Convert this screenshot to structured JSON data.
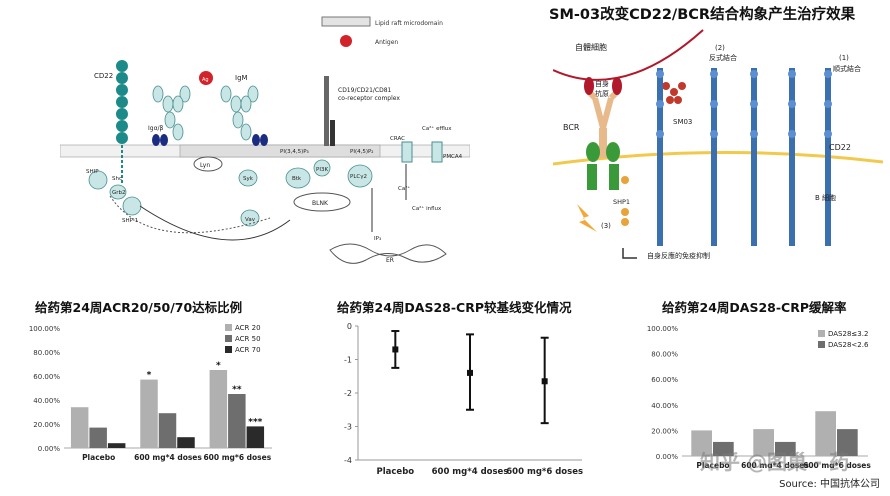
{
  "header": {
    "title": "SM-03改变CD22/BCR结合构象产生治疗效果"
  },
  "pathway": {
    "legend": [
      "Lipid raft microdomain",
      "Antigen"
    ],
    "labels": [
      "CD22",
      "IgM",
      "Igα/β",
      "CD19/CD21/CD81",
      "co-receptor complex",
      "Ag",
      "Ca²⁺ efflux",
      "CRAC",
      "PMCA4",
      "Lyn",
      "PI(3,4,5)P₃",
      "PI(4,5)P₂",
      "SHIP",
      "Shc",
      "Grb2",
      "SHP-1",
      "Syk",
      "Btk",
      "PI3K",
      "PLCγ2",
      "BLNK",
      "Vav",
      "Ca²⁺",
      "Ca²⁺ influx",
      "IP₃",
      "ER"
    ]
  },
  "mechanism": {
    "labels": [
      "自體細胞",
      "(2)",
      "反式結合",
      "(1)",
      "順式結合",
      "自身",
      "抗原",
      "BCR",
      "SM03",
      "CD22",
      "SHP1",
      "(3)",
      "B 細胞",
      "自身反應的免疫抑制"
    ]
  },
  "chart_data": [
    {
      "type": "bar",
      "title": "给药第24周ACR20/50/70达标比例",
      "categories": [
        "Placebo",
        "600 mg*4 doses",
        "600 mg*6 doses"
      ],
      "ylim": [
        0,
        100
      ],
      "yticks": [
        "0.00%",
        "20.00%",
        "40.00%",
        "60.00%",
        "80.00%",
        "100.00%"
      ],
      "series": [
        {
          "name": "ACR 20",
          "color": "#b0b0b0",
          "values": [
            34,
            57,
            65
          ]
        },
        {
          "name": "ACR 50",
          "color": "#6e6e6e",
          "values": [
            17,
            29,
            45
          ]
        },
        {
          "name": "ACR 70",
          "color": "#2a2a2a",
          "values": [
            4,
            9,
            18
          ]
        }
      ],
      "annotations": [
        {
          "category": 1,
          "series": 0,
          "text": "*"
        },
        {
          "category": 2,
          "series": 0,
          "text": "*"
        },
        {
          "category": 2,
          "series": 1,
          "text": "**"
        },
        {
          "category": 2,
          "series": 2,
          "text": "***"
        }
      ],
      "legend_position": "top-right"
    },
    {
      "type": "errorbar",
      "title": "给药第24周DAS28-CRP较基线变化情况",
      "categories": [
        "Placebo",
        "600 mg*4 doses",
        "600 mg*6 doses"
      ],
      "ylim": [
        -4,
        0
      ],
      "yticks": [
        "0",
        "-1",
        "-2",
        "-3",
        "-4"
      ],
      "values": [
        -0.7,
        -1.4,
        -1.65
      ],
      "error_low": [
        -1.25,
        -2.5,
        -2.9
      ],
      "error_high": [
        -0.15,
        -0.25,
        -0.35
      ]
    },
    {
      "type": "bar",
      "title": "给药第24周DAS28-CRP缓解率",
      "categories": [
        "Placebo",
        "600 mg*4 doses",
        "600 mg*6 doses"
      ],
      "ylim": [
        0,
        100
      ],
      "yticks": [
        "0.00%",
        "20.00%",
        "40.00%",
        "60.00%",
        "80.00%",
        "100.00%"
      ],
      "series": [
        {
          "name": "DAS28≤3.2",
          "color": "#b0b0b0",
          "values": [
            20,
            21,
            35
          ]
        },
        {
          "name": "DAS28<2.6",
          "color": "#6e6e6e",
          "values": [
            11,
            11,
            21
          ]
        }
      ],
      "legend_position": "top-right"
    }
  ],
  "footer": {
    "source": "Source: 中国抗体公司",
    "watermark": "知乎 @图巢 - 药"
  }
}
